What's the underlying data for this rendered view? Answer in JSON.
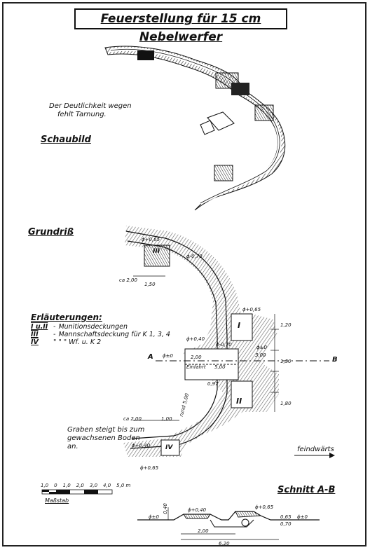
{
  "title": "Feuerstellung für 15 cm Nebelwerfer",
  "perspective": {
    "heading": "Schaubild",
    "note_line1": "Der Deutlichkeit wegen",
    "note_line2": "fehlt Tarnung."
  },
  "plan": {
    "heading": "Grundriß",
    "legend_heading": "Erläuterungen:",
    "legend": [
      {
        "key": "I u.II",
        "text": "Munitionsdeckungen"
      },
      {
        "key": "III",
        "text": "Mannschaftsdeckung für K 1, 3, 4"
      },
      {
        "key": "IV",
        "text": "\"      \"     \"   Wf. u. K 2"
      }
    ],
    "section_a": "A",
    "section_b": "B",
    "einfahrt": "Einfahrt",
    "graben_line1": "Graben steigt bis zum",
    "graben_line2": "gewachsenen Boden",
    "graben_line3": "an.",
    "feindwaerts": "feindwärts",
    "numerals": {
      "i": "I",
      "ii": "II",
      "iii": "III",
      "iv": "IV"
    },
    "dims": {
      "ca200_top": "ca 2,00",
      "d150_top": "1,50",
      "ca200_bottom": "ca 2,00",
      "d100_bottom": "1,00",
      "d200_mid": "2,00",
      "d500_mid": "5,00",
      "d300_right": "3,00",
      "d070_a": "ϕ-0,70",
      "d070_b": "ϕ-0,70",
      "d040_a": "ϕ+0,40",
      "d040_b": "ϕ+0,40",
      "d065_a": "ϕ+0,65",
      "d065_b": "ϕ+0,65",
      "d065_c": "ϕ+0,65",
      "d0_a": "ϕ±0",
      "d0_b": "ϕ±0",
      "d120": "1,20",
      "d180": "1,80",
      "d150_r": "1,50",
      "d500_round": "rund 5,00",
      "d097": "0,97"
    }
  },
  "scale": {
    "labels": [
      "1,0",
      "0",
      "1,0",
      "2,0",
      "3,0",
      "4,0",
      "5,0 m"
    ],
    "caption": "Maßstab"
  },
  "section": {
    "heading": "Schnitt A-B",
    "dims": [
      "ϕ±0",
      "ϕ+0,40",
      "ϕ+0,65",
      "ϕ±0",
      "2,00",
      "6,20",
      "0,40",
      "0,65",
      "0,70"
    ]
  }
}
